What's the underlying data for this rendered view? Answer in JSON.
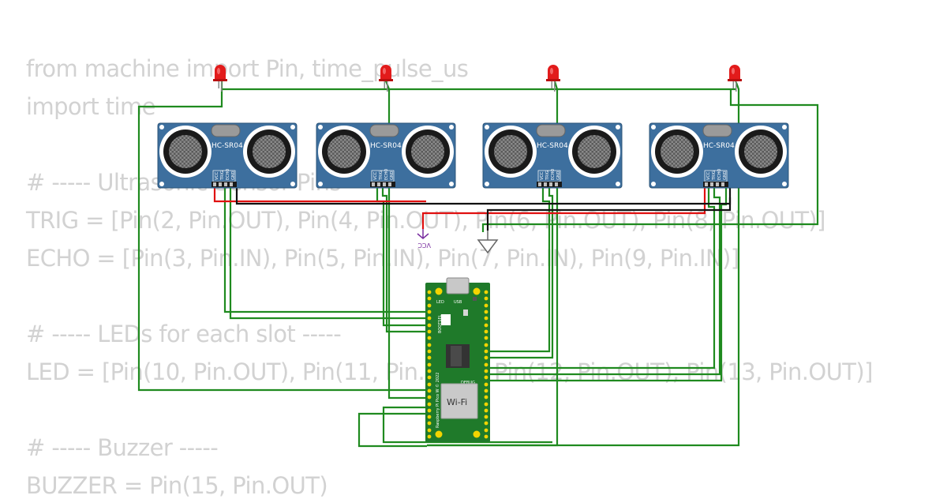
{
  "code_lines": [
    "from machine import Pin, time_pulse_us",
    "import time",
    "",
    "# ----- Ultrasonic Sensor Pins -----",
    "TRIG = [Pin(2, Pin.OUT), Pin(4, Pin.OUT), Pin(6, Pin.OUT), Pin(8, Pin.OUT)]",
    "ECHO = [Pin(3, Pin.IN), Pin(5, Pin.IN), Pin(7, Pin.IN), Pin(9, Pin.IN)]",
    "",
    "# ----- LEDs for each slot -----",
    "LED = [Pin(10, Pin.OUT), Pin(11, Pin.OUT), Pin(12, Pin.OUT), Pin(13, Pin.OUT)]",
    "",
    "# ----- Buzzer -----",
    "BUZZER = Pin(15, Pin.OUT)"
  ],
  "sensors": [
    {
      "label": "HC-SR04"
    },
    {
      "label": "HC-SR04"
    },
    {
      "label": "HC-SR04"
    },
    {
      "label": "HC-SR04"
    }
  ],
  "sensor_pin_labels": [
    "VCC",
    "TRIG",
    "ECHO",
    "GND"
  ],
  "power_labels": {
    "vcc": "VCC"
  },
  "pico": {
    "board_name": "Raspberry Pi Pico W © 2022",
    "wifi_label": "Wi-Fi",
    "debug_label": "DEBUG",
    "led_label": "LED",
    "usb_label": "USB",
    "bootsel_label": "BOOTSEL"
  },
  "colors": {
    "wire_signal": "#1f8a1f",
    "wire_power": "#e01010",
    "wire_ground": "#111111",
    "sensor_board": "#3d6f9e",
    "pico_board": "#1f7a2a",
    "led": "#e21b1b",
    "code_text": "#d2d2d2"
  }
}
